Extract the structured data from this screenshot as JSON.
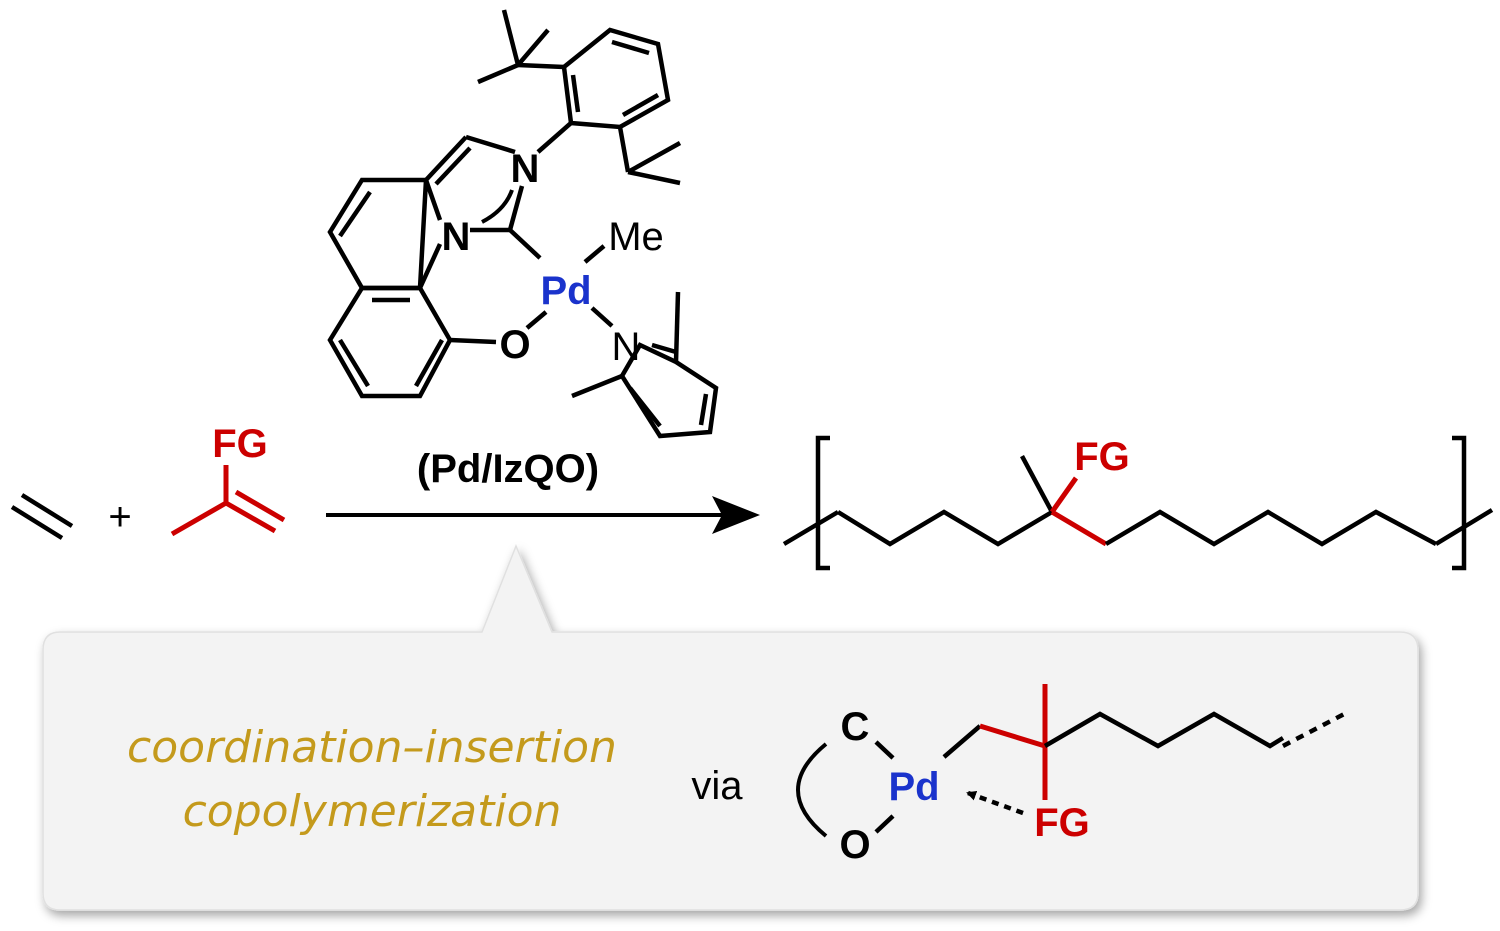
{
  "scheme": {
    "catalyst": {
      "label": "(Pd/IzQO)",
      "atoms": {
        "pd": "Pd",
        "n_imidazole": "N",
        "n_bridge": "N",
        "o": "O",
        "me": "Me",
        "n_pyridine": "N"
      }
    },
    "reactants": {
      "plus": "+",
      "comonomer_group": "FG"
    },
    "product": {
      "functional_group": "FG"
    },
    "mechanism_box": {
      "title_line1": "coordination–insertion",
      "title_line2": "copolymerization",
      "via": "via",
      "atoms": {
        "c": "C",
        "pd": "Pd",
        "o": "O",
        "fg": "FG"
      }
    },
    "colors": {
      "pd": "#1a33cc",
      "fg": "#cc0000",
      "highlight_text": "#c49a1c",
      "box_fill": "#f3f3f3"
    }
  }
}
